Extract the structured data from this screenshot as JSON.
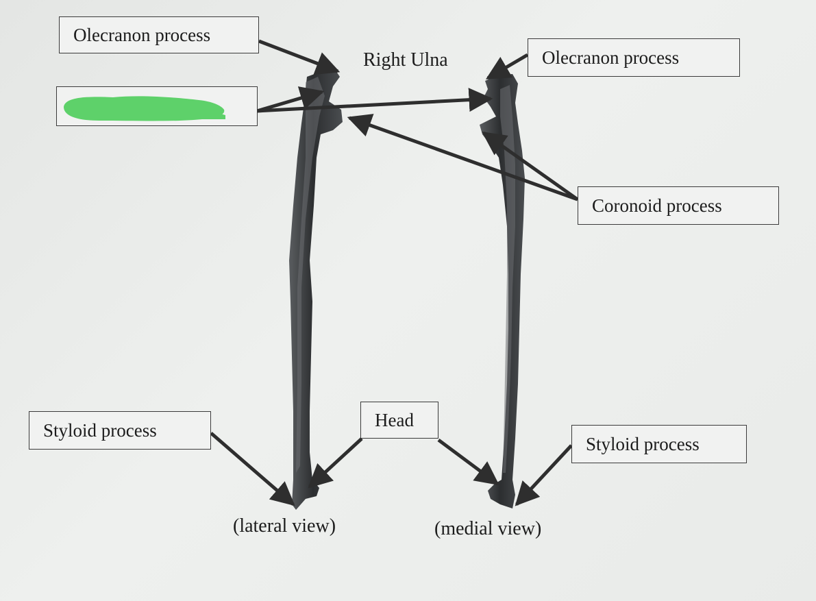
{
  "title": "Right Ulna",
  "labels": {
    "olecranon_left": "Olecranon process",
    "olecranon_right": "Olecranon process",
    "coronoid": "Coronoid process",
    "styloid_left": "Styloid process",
    "styloid_right": "Styloid process",
    "head": "Head"
  },
  "captions": {
    "lateral": "(lateral view)",
    "medial": "(medial view)"
  },
  "colors": {
    "redaction": "#5ed16a",
    "arrow": "#2e2e2e",
    "bone_dark": "#2f3133",
    "bone_mid": "#56595c"
  }
}
